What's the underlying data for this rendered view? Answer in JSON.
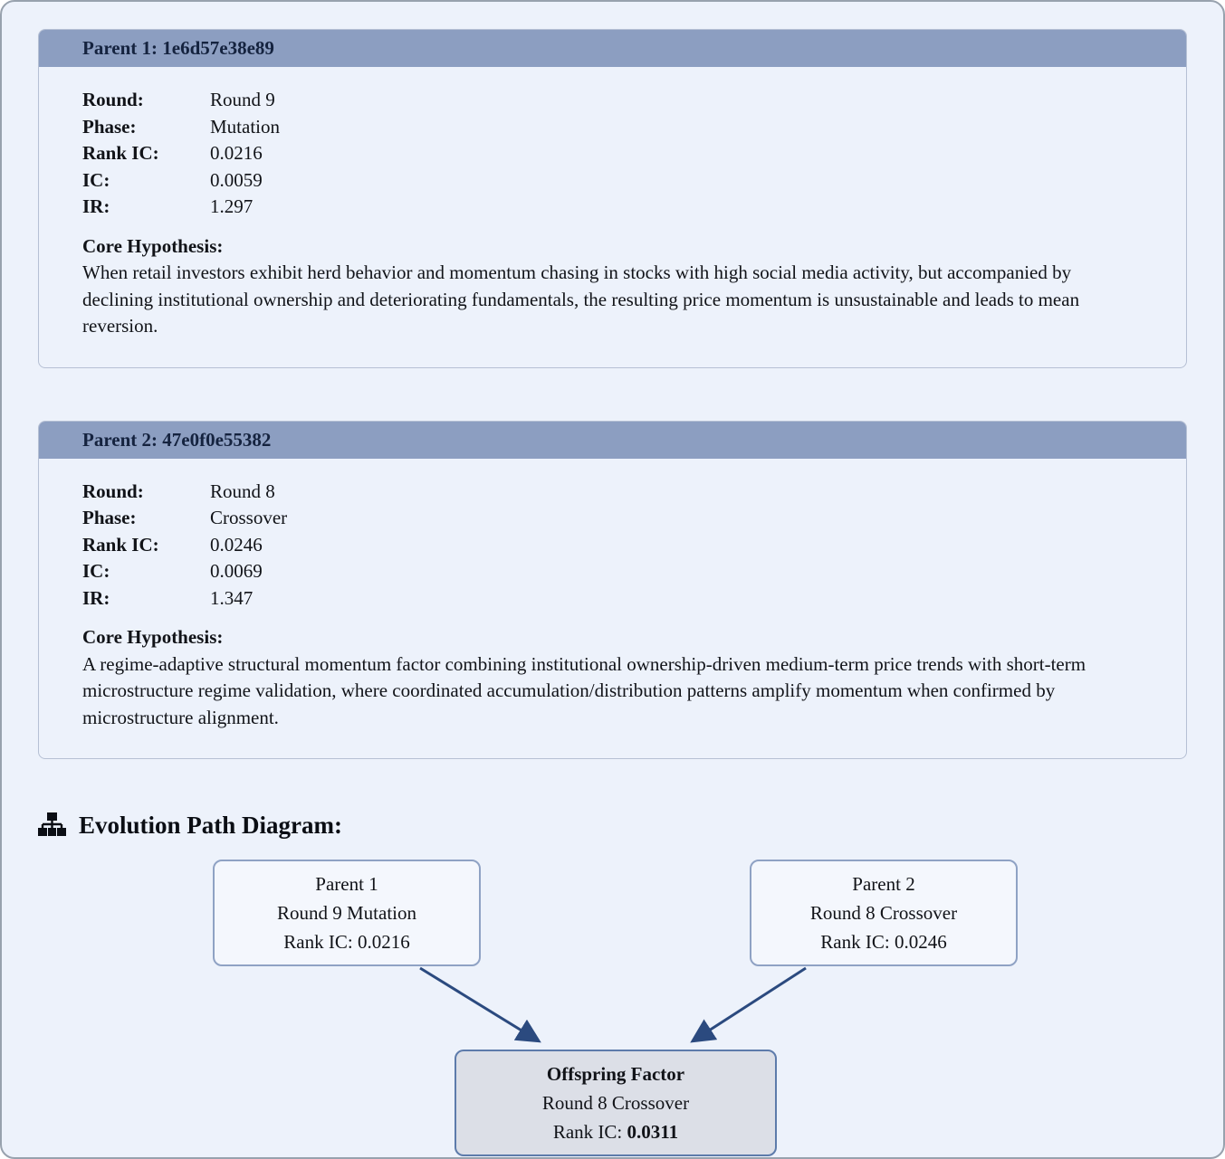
{
  "colors": {
    "page_background": "#edf2fb",
    "card_header_bg": "#8c9ec1",
    "arrow": "#2b4a7f",
    "offspring_bg": "#dcdfe7",
    "node_border": "#8fa2c4"
  },
  "parent1": {
    "header": "Parent 1: 1e6d57e38e89",
    "fields": [
      {
        "label": "Round:",
        "value": "Round 9"
      },
      {
        "label": "Phase:",
        "value": "Mutation"
      },
      {
        "label": "Rank IC:",
        "value": "0.0216"
      },
      {
        "label": "IC:",
        "value": "0.0059"
      },
      {
        "label": "IR:",
        "value": "1.297"
      }
    ],
    "hypothesis_label": "Core Hypothesis:",
    "hypothesis": "When retail investors exhibit herd behavior and momentum chasing in stocks with high social media activity, but accompanied by declining institutional ownership and deteriorating fundamentals, the resulting price momentum is unsustainable and leads to mean reversion."
  },
  "parent2": {
    "header": "Parent 2: 47e0f0e55382",
    "fields": [
      {
        "label": "Round:",
        "value": "Round 8"
      },
      {
        "label": "Phase:",
        "value": "Crossover"
      },
      {
        "label": "Rank IC:",
        "value": "0.0246"
      },
      {
        "label": "IC:",
        "value": "0.0069"
      },
      {
        "label": "IR:",
        "value": "1.347"
      }
    ],
    "hypothesis_label": "Core Hypothesis:",
    "hypothesis": "A regime-adaptive structural momentum factor combining institutional ownership-driven medium-term price trends with short-term microstructure regime validation, where coordinated accumulation/distribution patterns amplify momentum when confirmed by microstructure alignment."
  },
  "diagram": {
    "heading": "Evolution Path Diagram:",
    "parent1_node": {
      "title": "Parent 1",
      "subtitle": "Round 9 Mutation",
      "metric": "Rank IC: 0.0216"
    },
    "parent2_node": {
      "title": "Parent 2",
      "subtitle": "Round 8 Crossover",
      "metric": "Rank IC: 0.0246"
    },
    "offspring_node": {
      "title": "Offspring Factor",
      "subtitle": "Round 8 Crossover",
      "metric_prefix": "Rank IC: ",
      "metric_value": "0.0311"
    }
  }
}
